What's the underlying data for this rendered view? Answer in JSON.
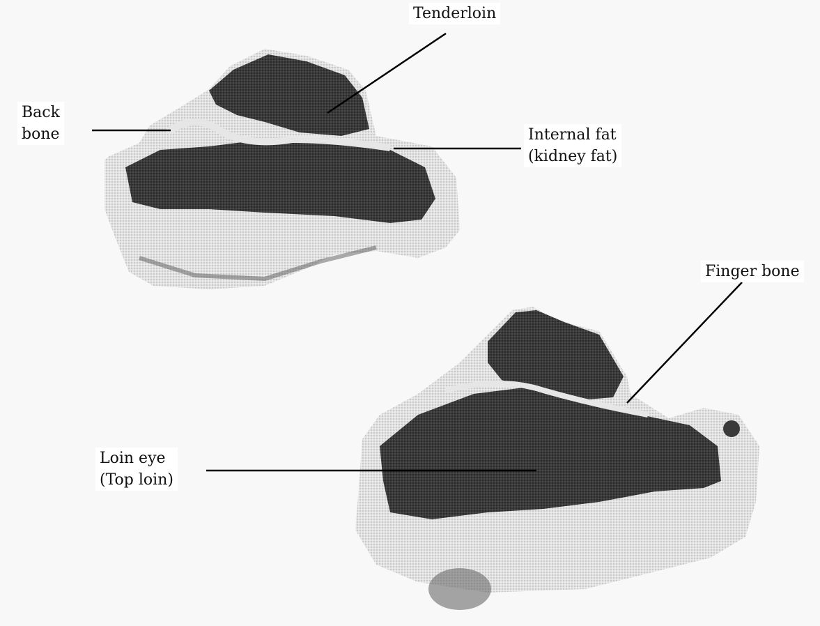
{
  "labels": {
    "tenderloin": "Tenderloin",
    "back_bone_line1": "Back",
    "back_bone_line2": "bone",
    "internal_fat_line1": "Internal fat",
    "internal_fat_line2": "(kidney fat)",
    "finger_bone": "Finger bone",
    "loin_eye_line1": "Loin eye",
    "loin_eye_line2": "(Top loin)"
  },
  "colors": {
    "background": "#f8f8f8",
    "lean": "#3a3a3a",
    "fat": "#dcdcdc",
    "leader_line": "#000000"
  }
}
